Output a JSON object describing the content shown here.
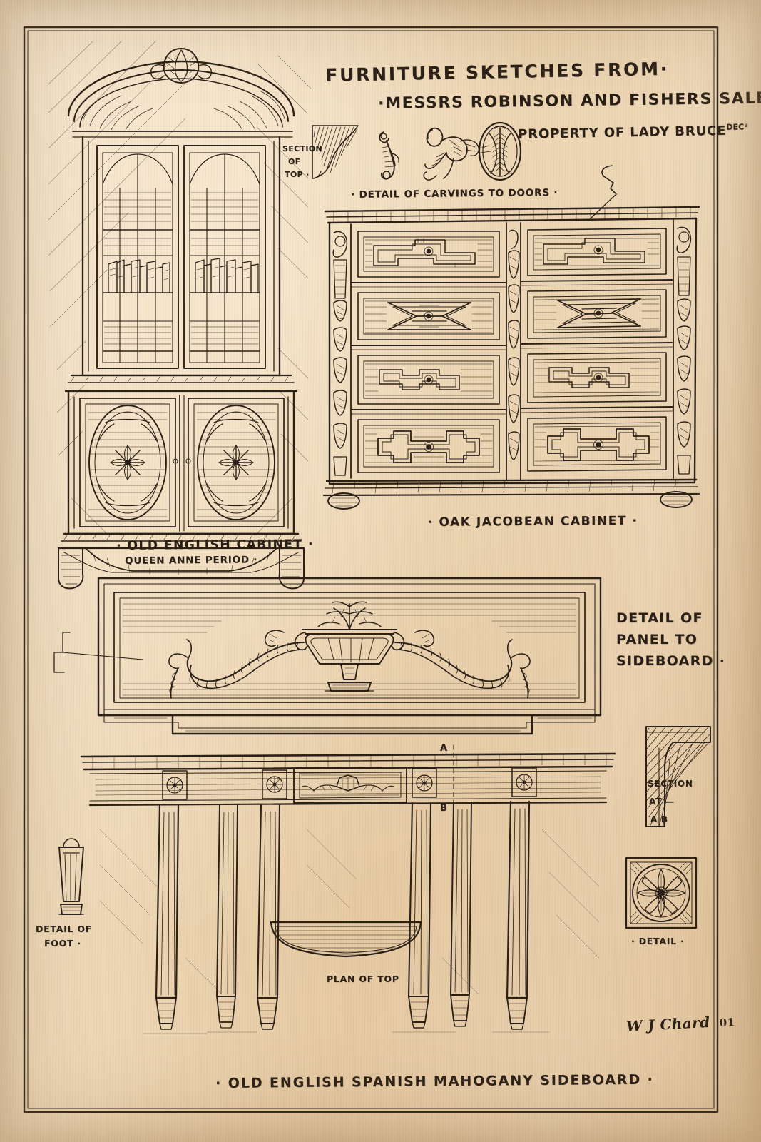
{
  "document": {
    "medium": "pen-and-ink architectural furniture sketch on toned paper",
    "border_label": "ruled ink border"
  },
  "title": {
    "line1": "Furniture Sketches from·",
    "line2": "·Messrs Robinson and Fishers Sale Rooms·",
    "line2_sup": "RS",
    "property": "Property of Lady Bruce",
    "property_sup": "Decᵈ"
  },
  "annotations": {
    "section_of_top_1": "Section",
    "section_of_top_2": "of",
    "section_of_top_3": "Top ·",
    "carvings": "· Detail of Carvings to Doors ·",
    "oak_cabinet": "· Oak Jacobean Cabinet ·",
    "old_english_cabinet": "· Old English Cabinet ·",
    "queen_anne": "Queen Anne Period ·",
    "panel_detail_1": "Detail of",
    "panel_detail_2": "Panel to",
    "panel_detail_3": "Sideboard ·",
    "section_at_1": "Section",
    "section_at_2": "at —",
    "section_at_3": "A B",
    "detail_of_foot_1": "Detail of",
    "detail_of_foot_2": "Foot ·",
    "detail_right": "· Detail ·",
    "plan_of_top": "Plan of Top",
    "sideboard_caption": "· Old English Spanish Mahogany Sideboard ·",
    "marker_a": "A",
    "marker_b": "B"
  },
  "signature": {
    "text": "W J Chard",
    "year": "01"
  },
  "drawings": {
    "cabinet_queen_anne": "glazed bookcase cabinet with broken-arch pediment, shelves of books, oval-panelled cupboard doors",
    "jacobean_chest": "oak chest of drawers with geometric applied mouldings and carved pilasters",
    "sideboard_panel": "carved urn and swag frieze panel",
    "sideboard": "six-leg tapered sideboard table in elevation",
    "plan_of_top": "bow-front plan outline of sideboard top",
    "foot_detail": "tapered spade foot",
    "paterae_detail": "carved oval paterae rosette in square ground",
    "section_top": "moulded top section profile",
    "section_ab": "corner moulding section at A-B"
  },
  "colors": {
    "ink": "#2b2118",
    "paper": "#eed8b7",
    "paper_shadow": "#d8b98f"
  }
}
